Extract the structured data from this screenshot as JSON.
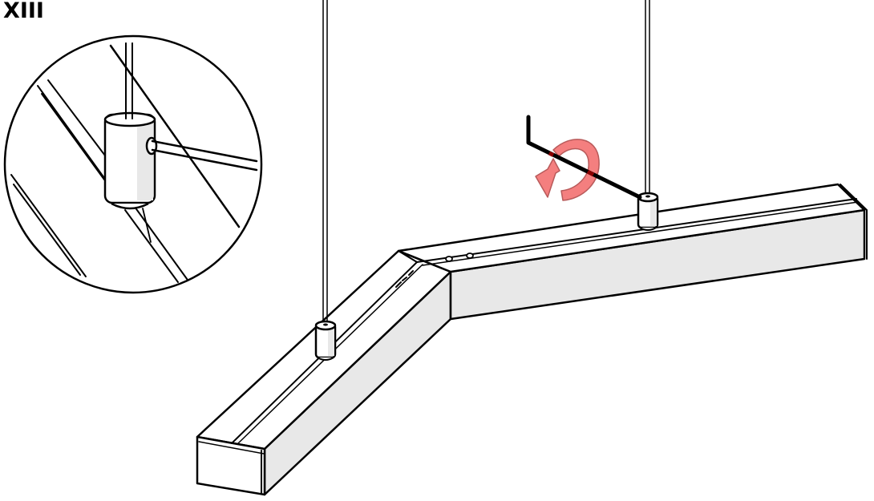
{
  "diagram": {
    "title": "Assembly step XIII",
    "step_label": "XIII",
    "description": "Y-shaped suspended linear luminaire; tighten the cable grippers on the suspension wires using the hex (Allen) key, turning counter-clockwise as indicated by the arrow.",
    "parts": [
      {
        "id": "suspension-wire-left",
        "label": "Suspension wire"
      },
      {
        "id": "suspension-wire-right",
        "label": "Suspension wire"
      },
      {
        "id": "cable-gripper-left",
        "label": "Cable gripper"
      },
      {
        "id": "cable-gripper-right",
        "label": "Cable gripper"
      },
      {
        "id": "hex-key",
        "label": "Hex key"
      },
      {
        "id": "luminaire-body",
        "label": "Y-shaped luminaire profile"
      },
      {
        "id": "detail-inset",
        "label": "Detail view: hex key inserted in cable gripper"
      }
    ],
    "colors": {
      "line": "#000000",
      "side_fill": "#e8e8e8",
      "background": "#ffffff",
      "rotation_arrow": "#f47f7f",
      "rotation_arrow_outline": "#b85a5a"
    },
    "rotation_direction": "counter-clockwise"
  }
}
